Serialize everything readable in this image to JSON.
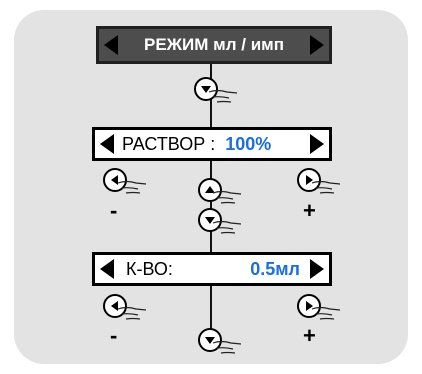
{
  "header": {
    "text": "РЕЖИМ мл / имп"
  },
  "solution": {
    "label": "РАСТВОР :",
    "value": "100%"
  },
  "quantity": {
    "label": "К-ВО:",
    "value": "0.5мл"
  },
  "signs": {
    "minus": "-",
    "plus": "+"
  },
  "colors": {
    "value": "#1a6fe0",
    "header_bg": "#4d4d4d",
    "panel": "#e3e3e3"
  },
  "icons": {
    "left": "left-arrow-button-icon",
    "right": "right-arrow-button-icon",
    "up": "up-arrow-button-icon",
    "down": "down-arrow-button-icon",
    "hand": "pointing-hand-icon"
  }
}
